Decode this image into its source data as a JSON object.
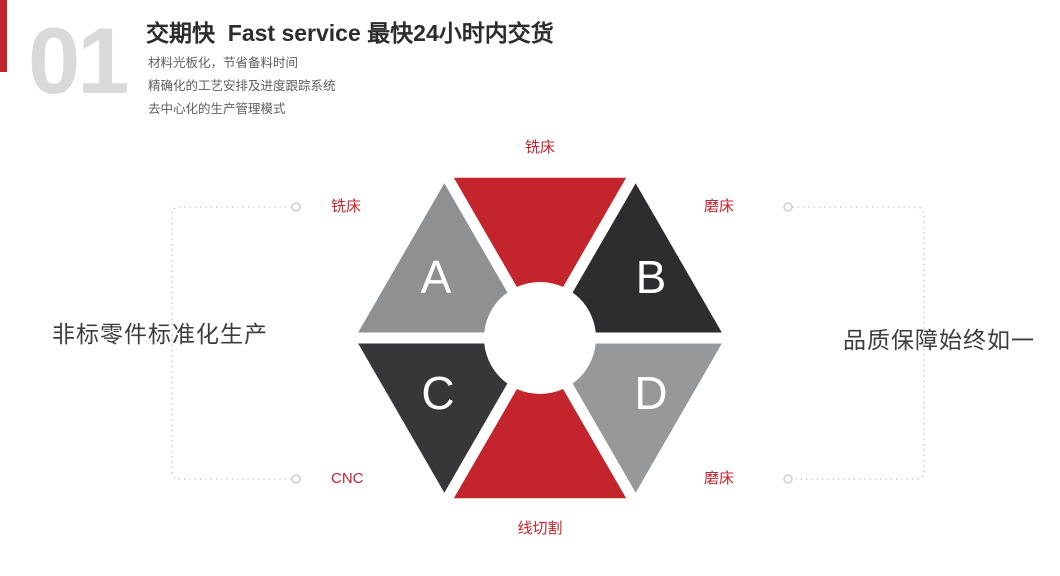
{
  "header": {
    "number": "01",
    "title": "交期快  Fast service 最快24小时内交货",
    "bullets": [
      "材料光板化，节省备料时间",
      "精确化的工艺安排及进度跟踪系统",
      "去中心化的生产管理模式"
    ]
  },
  "captions": {
    "left": "非标零件标准化生产",
    "right": "品质保障始终如一"
  },
  "diagram": {
    "letters": {
      "a": "A",
      "b": "B",
      "c": "C",
      "d": "D"
    },
    "labels": {
      "top": "铣床",
      "upper_left": "铣床",
      "upper_right": "磨床",
      "lower_left": "CNC",
      "lower_right": "磨床",
      "bottom": "线切割"
    },
    "colors": {
      "red": "#c4242c",
      "gray_a": "#8e9092",
      "dark_b": "#2d2d2f",
      "dark_c": "#37373a",
      "gray_d": "#97989a",
      "connector": "#c9c9c9",
      "white": "#ffffff"
    }
  }
}
